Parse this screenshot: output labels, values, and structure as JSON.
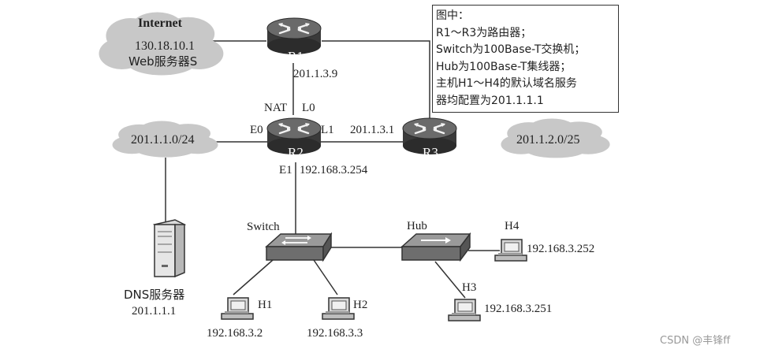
{
  "clouds": {
    "internet": {
      "title": "Internet",
      "ip": "130.18.10.1",
      "server": "Web服务器S"
    },
    "lan1": {
      "label": "201.1.1.0/24"
    },
    "lan2": {
      "label": "201.1.2.0/25"
    }
  },
  "routers": {
    "r1": {
      "label": "R1",
      "ip": "201.1.3.9"
    },
    "r2": {
      "label": "R2",
      "nat": "NAT",
      "l0": "L0",
      "e0": "E0",
      "l1": "L1",
      "e1": "E1",
      "e1_ip": "192.168.3.254"
    },
    "r3": {
      "label": "R3",
      "ip": "201.1.3.1"
    }
  },
  "switch": {
    "label": "Switch"
  },
  "hub": {
    "label": "Hub"
  },
  "dns": {
    "label": "DNS服务器",
    "ip": "201.1.1.1"
  },
  "hosts": [
    {
      "label": "H1",
      "ip": "192.168.3.2"
    },
    {
      "label": "H2",
      "ip": "192.168.3.3"
    },
    {
      "label": "H3",
      "ip": "192.168.3.251"
    },
    {
      "label": "H4",
      "ip": "192.168.3.252"
    }
  ],
  "note": {
    "lines": [
      "图中：",
      "R1～R3为路由器；",
      "Switch为100Base-T交换机；",
      "Hub为100Base-T集线器；",
      "主机H1～H4的默认域名服务",
      "器均配置为201.1.1.1"
    ]
  },
  "watermark": "CSDN @丰锋ff",
  "colors": {
    "cloud": "#c8c8c8",
    "router_body": "#3a3a3a",
    "router_top": "#6a6a6a",
    "device": "#7a7a7a",
    "link": "#333333"
  },
  "icons": {
    "router": "router-icon",
    "switch": "switch-icon",
    "hub": "hub-icon",
    "server": "server-tower-icon",
    "host": "desktop-computer-icon"
  }
}
